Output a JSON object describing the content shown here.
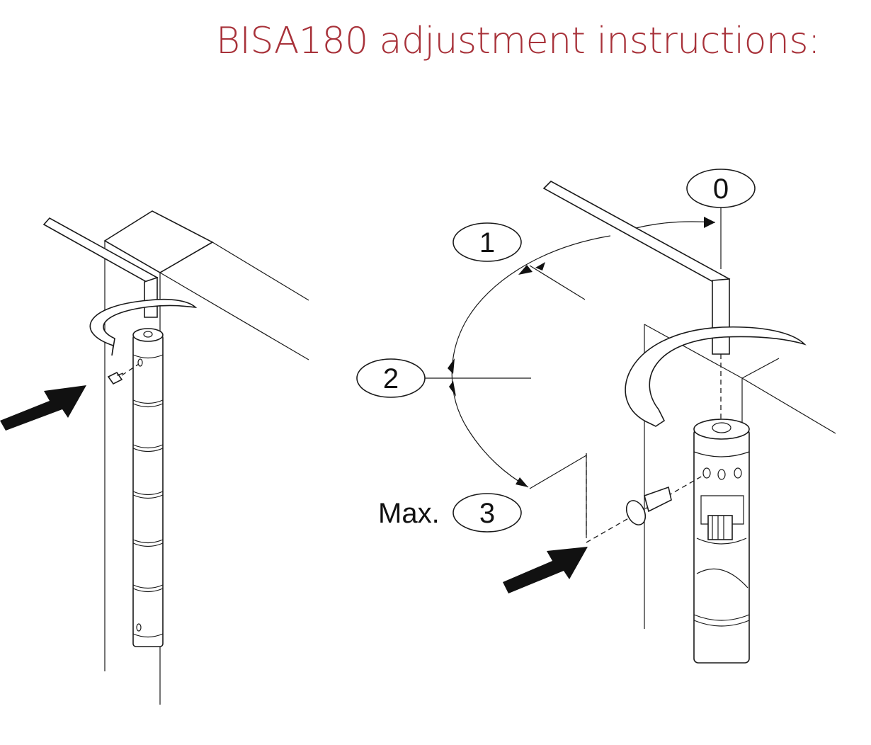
{
  "title": "BISA180 adjustment instructions:",
  "colors": {
    "title": "#a8323a",
    "lines": "#1a1a1a",
    "arrow_fill": "#111111"
  },
  "positions": {
    "p0": "0",
    "p1": "1",
    "p2": "2",
    "p3": "3",
    "max_prefix": "Max."
  },
  "icons": {
    "left_view": "hinge-with-allen-key",
    "right_view": "hinge-cutaway-with-allen-key",
    "push_arrow": "insert-direction-arrow",
    "rotate_arrow": "rotation-arrow",
    "pin": "locking-pin"
  }
}
